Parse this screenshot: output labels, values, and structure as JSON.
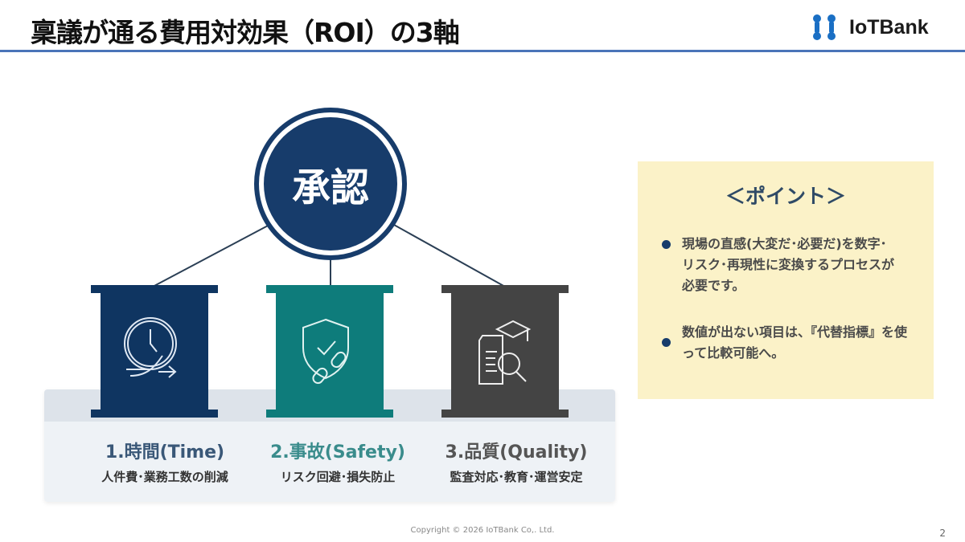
{
  "header": {
    "title": "稟議が通る費用対効果（ROI）の3軸",
    "logo": "IoTBank"
  },
  "center": {
    "label": "承認"
  },
  "axes": [
    {
      "title": "1.時間(Time)",
      "subtitle": "人件費･業務工数の削減",
      "color": "#0f3561",
      "title_color": "#3a5878",
      "icon": "clock-icon"
    },
    {
      "title": "2.事故(Safety)",
      "subtitle": "リスク回避･損失防止",
      "color": "#0e7c7b",
      "title_color": "#3a8c8c",
      "icon": "shield-broken-chain-icon"
    },
    {
      "title": "3.品質(Quality)",
      "subtitle": "監査対応･教育･運営安定",
      "color": "#444444",
      "title_color": "#555555",
      "icon": "document-magnifier-icon"
    }
  ],
  "point": {
    "heading": "＜ポイント＞",
    "items": [
      "現場の直感(大変だ･必要だ)を数字･リスク･再現性に変換するプロセスが必要です。",
      "数値が出ない項目は、『代替指標』を使って比較可能へ。"
    ]
  },
  "footer": {
    "copyright": "Copyright © 2026 IoTBank Co,. Ltd.",
    "page": "2"
  }
}
